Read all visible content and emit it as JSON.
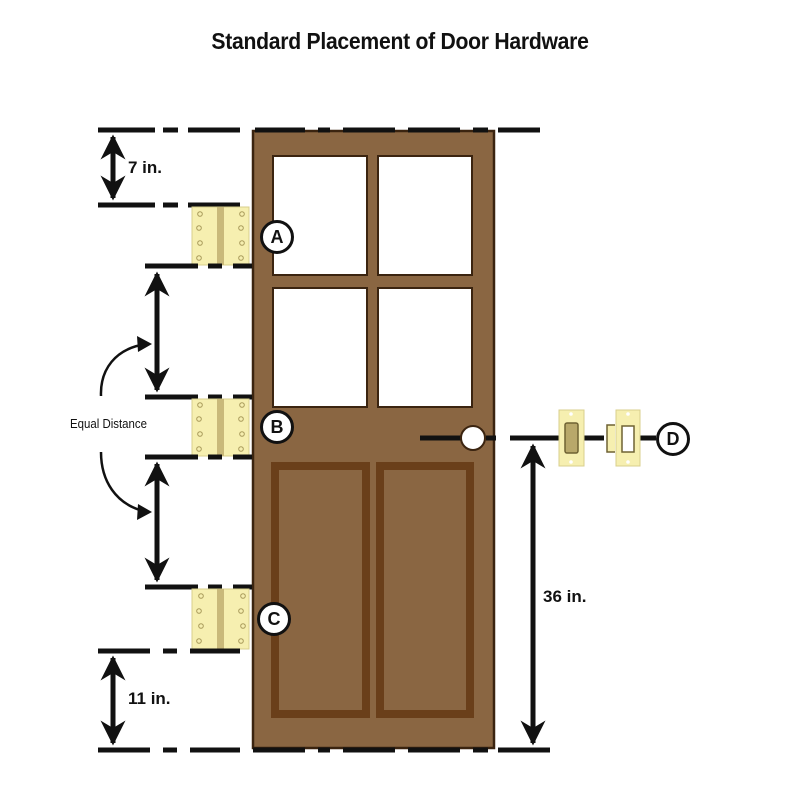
{
  "title": "Standard Placement of Door Hardware",
  "dimensions": {
    "top_to_hinge_a": "7 in.",
    "bottom_to_hinge_c": "11 in.",
    "floor_to_knob": "36 in.",
    "between_hinges": "Equal Distance"
  },
  "markers": {
    "hinge_top": "A",
    "hinge_middle": "B",
    "hinge_bottom": "C",
    "latch": "D"
  },
  "colors": {
    "door": "#8a6642",
    "door_outline": "#3b2410",
    "panel_molding": "#6a3f1a",
    "glass": "#ffffff",
    "hinge_plate": "#f6efb0",
    "hinge_barrel": "#c9b97a",
    "strike_inset": "#b8a86a",
    "line": "#111111"
  }
}
